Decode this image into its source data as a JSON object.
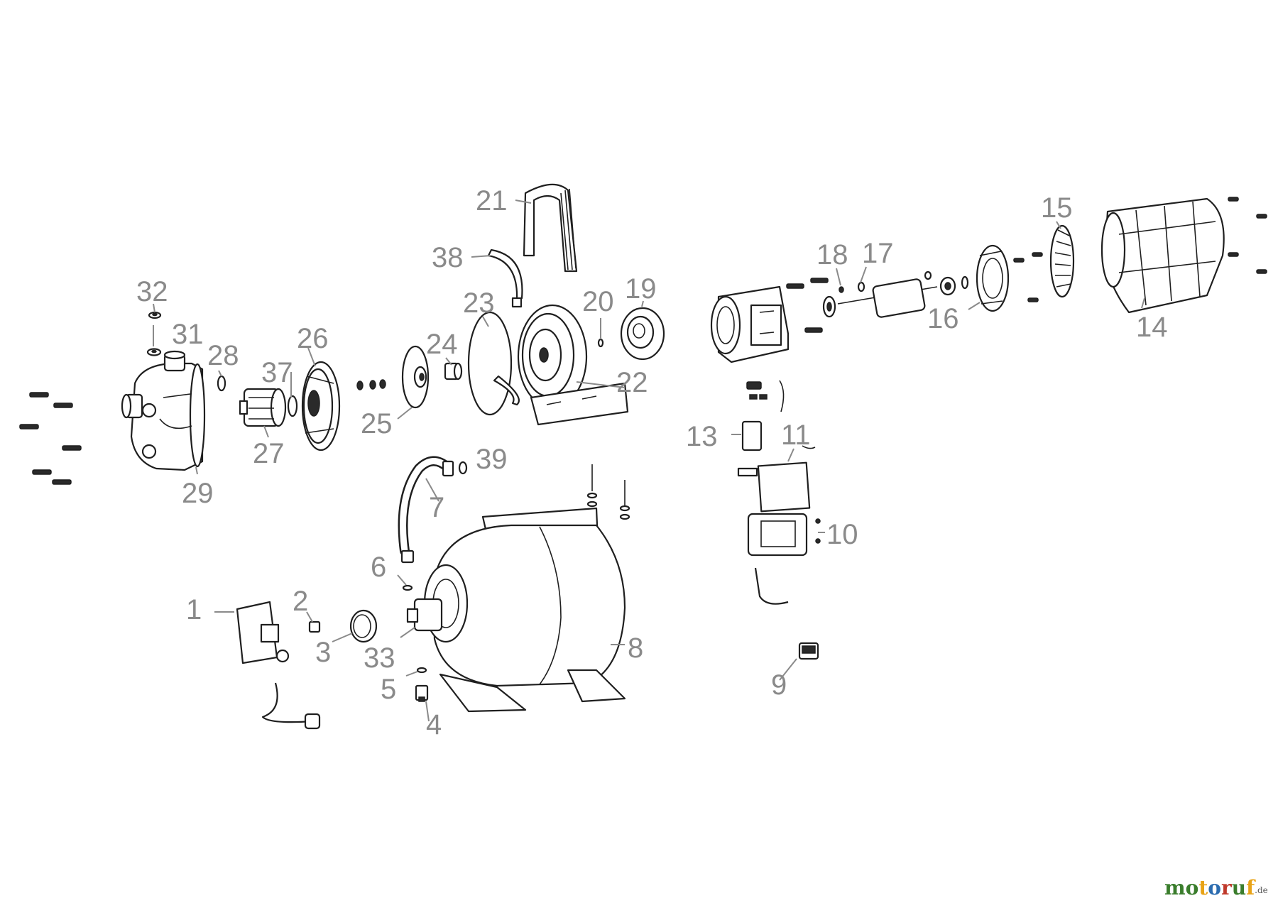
{
  "parts": [
    {
      "number": "1"
    },
    {
      "number": "2"
    },
    {
      "number": "3"
    },
    {
      "number": "4"
    },
    {
      "number": "5"
    },
    {
      "number": "6"
    },
    {
      "number": "7"
    },
    {
      "number": "8"
    },
    {
      "number": "9"
    },
    {
      "number": "10"
    },
    {
      "number": "11"
    },
    {
      "number": "13"
    },
    {
      "number": "14"
    },
    {
      "number": "15"
    },
    {
      "number": "16"
    },
    {
      "number": "17"
    },
    {
      "number": "18"
    },
    {
      "number": "19"
    },
    {
      "number": "20"
    },
    {
      "number": "21"
    },
    {
      "number": "22"
    },
    {
      "number": "23"
    },
    {
      "number": "24"
    },
    {
      "number": "25"
    },
    {
      "number": "26"
    },
    {
      "number": "27"
    },
    {
      "number": "28"
    },
    {
      "number": "29"
    },
    {
      "number": "31"
    },
    {
      "number": "32"
    },
    {
      "number": "33"
    },
    {
      "number": "37"
    },
    {
      "number": "38"
    },
    {
      "number": "39"
    }
  ],
  "watermark": {
    "text": "motoruf",
    "suffix": ".de",
    "letter_colors": [
      "#3a7d2c",
      "#3a7d2c",
      "#e8a317",
      "#2b6cb0",
      "#c0392b",
      "#3a7d2c",
      "#e8a317"
    ]
  },
  "colors": {
    "label": "#8a8a8a",
    "line": "#1f1f1f",
    "background": "#ffffff"
  }
}
